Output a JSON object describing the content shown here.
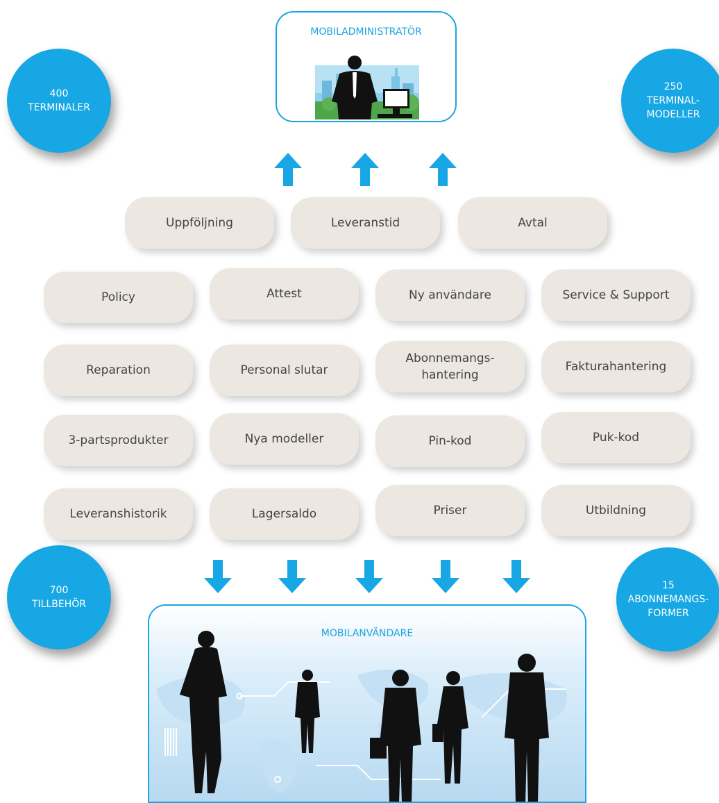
{
  "admin_box": {
    "title": "MOBILADMINISTRATÖR"
  },
  "user_box": {
    "title": "MOBILANVÄNDARE"
  },
  "stats": {
    "terminals": {
      "line1": "400",
      "line2": "TERMINALER",
      "line3": ""
    },
    "models": {
      "line1": "250",
      "line2": "TERMINAL-",
      "line3": "MODELLER"
    },
    "accessories": {
      "line1": "700",
      "line2": "TILLBEHÖR",
      "line3": ""
    },
    "subscriptions": {
      "line1": "15",
      "line2": "ABONNEMANGS-",
      "line3": "FORMER"
    }
  },
  "top_tasks": [
    "Uppföljning",
    "Leveranstid",
    "Avtal"
  ],
  "task_grid": [
    [
      "Policy",
      "Attest",
      "Ny användare",
      "Service & Support"
    ],
    [
      "Reparation",
      "Personal slutar",
      "Abonnemangs-\nhantering",
      "Fakturahantering"
    ],
    [
      "3-partsprodukter",
      "Nya modeller",
      "Pin-kod",
      "Puk-kod"
    ],
    [
      "Leveranshistorik",
      "Lagersaldo",
      "Priser",
      "Utbildning"
    ]
  ],
  "colors": {
    "accent": "#17a7e4",
    "pill": "#ece8e1",
    "text": "#444444"
  },
  "icons": {
    "up": "arrow-up-icon",
    "down": "arrow-down-icon"
  }
}
